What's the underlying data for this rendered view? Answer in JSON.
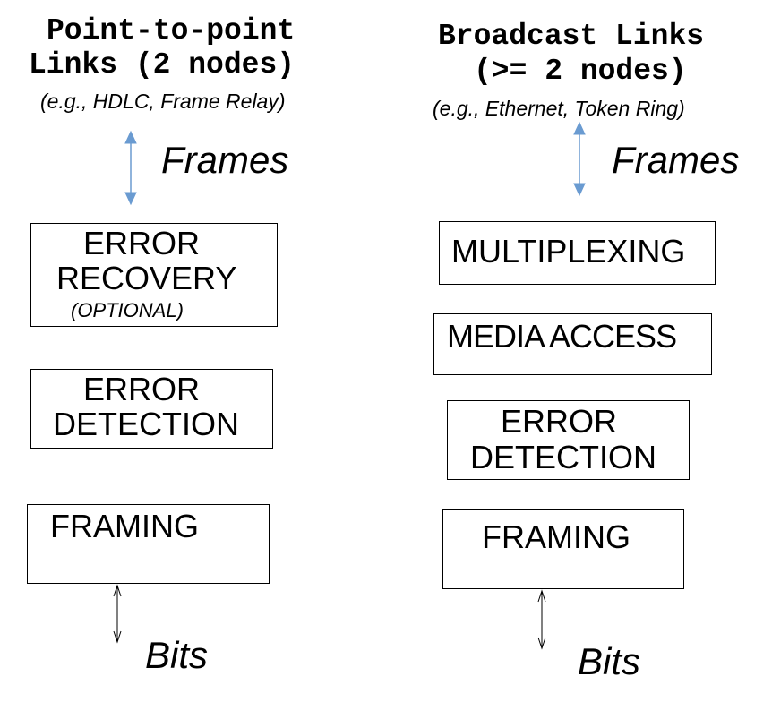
{
  "left": {
    "title_line1": "Point-to-point",
    "title_line2": "Links (2 nodes)",
    "example": "(e.g., HDLC, Frame Relay)",
    "frames_label": "Frames",
    "bits_label": "Bits",
    "boxes": {
      "error_recovery": {
        "line1": "ERROR",
        "line2": "RECOVERY",
        "note": "(OPTIONAL)"
      },
      "error_detection": {
        "line1": "ERROR",
        "line2": "DETECTION"
      },
      "framing": {
        "line1": "FRAMING"
      }
    }
  },
  "right": {
    "title_line1": "Broadcast Links",
    "title_line2": "(>= 2 nodes)",
    "example": "(e.g., Ethernet, Token Ring)",
    "frames_label": "Frames",
    "bits_label": "Bits",
    "boxes": {
      "multiplexing": {
        "line1": "MULTIPLEXING"
      },
      "media_access": {
        "line1": "MEDIA ACCESS"
      },
      "error_detection": {
        "line1": "ERROR",
        "line2": "DETECTION"
      },
      "framing": {
        "line1": "FRAMING"
      }
    }
  },
  "colors": {
    "frames_arrow": "#6a9bd1",
    "bits_arrow": "#000000",
    "box_border": "#000000"
  }
}
